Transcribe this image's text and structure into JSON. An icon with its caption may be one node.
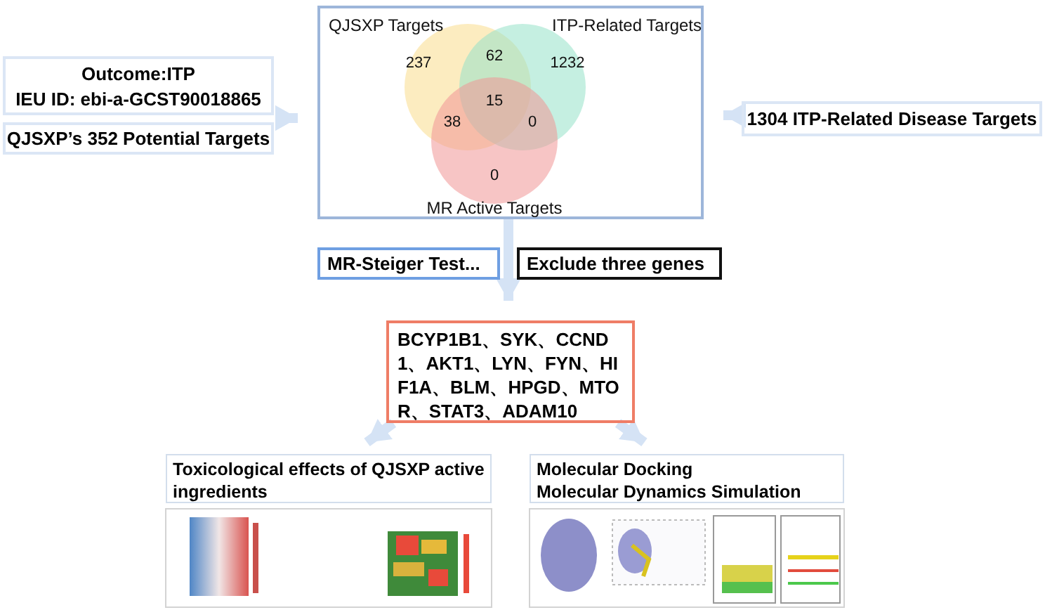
{
  "diagram": {
    "nodes": [
      {
        "text": [
          "Outcome:ITP",
          "IEU ID: ebi-a-GCST90018865"
        ]
      },
      {
        "text": [
          "QJSXP’s 352 Potential Targets"
        ]
      },
      {
        "text": [],
        "shape": "box"
      },
      {
        "text": [
          "QJSXP Targets"
        ],
        "in": 2
      },
      {
        "text": [
          "ITP-Related Targets"
        ],
        "in": 2
      },
      {
        "text": [
          "MR Active Targets"
        ],
        "in": 2
      },
      {
        "text": [
          "1304 ITP-Related Disease Targets"
        ]
      },
      {
        "text": [
          "MR-Steiger Test..."
        ]
      },
      {
        "text": [
          "Exclude three genes"
        ]
      },
      {
        "text": [
          "BCYP1B1、SYK、CCND1、AKT1、LYN、FYN、HIF1A、BLM、HPGD、MTOR、STAT3、ADAM10"
        ]
      },
      {
        "text": [
          "Toxicological effects of QJSXP active ingredients"
        ]
      },
      {
        "text": [
          "Molecular Docking",
          "Molecular Dynamics Simulation"
        ]
      }
    ],
    "edges": [
      {
        "from": 0,
        "to": 2,
        "arrow": "to"
      },
      {
        "from": 1,
        "to": 2,
        "arrow": "to"
      },
      {
        "from": 2,
        "to": 9,
        "arrow": "to"
      },
      {
        "from": 6,
        "to": 2,
        "arrow": "to"
      },
      {
        "from": 9,
        "to": 10,
        "arrow": "to"
      },
      {
        "from": 9,
        "to": 11,
        "arrow": "to"
      }
    ],
    "labels": [
      "237",
      "62",
      "1232",
      "15",
      "38",
      "0",
      "0"
    ]
  }
}
